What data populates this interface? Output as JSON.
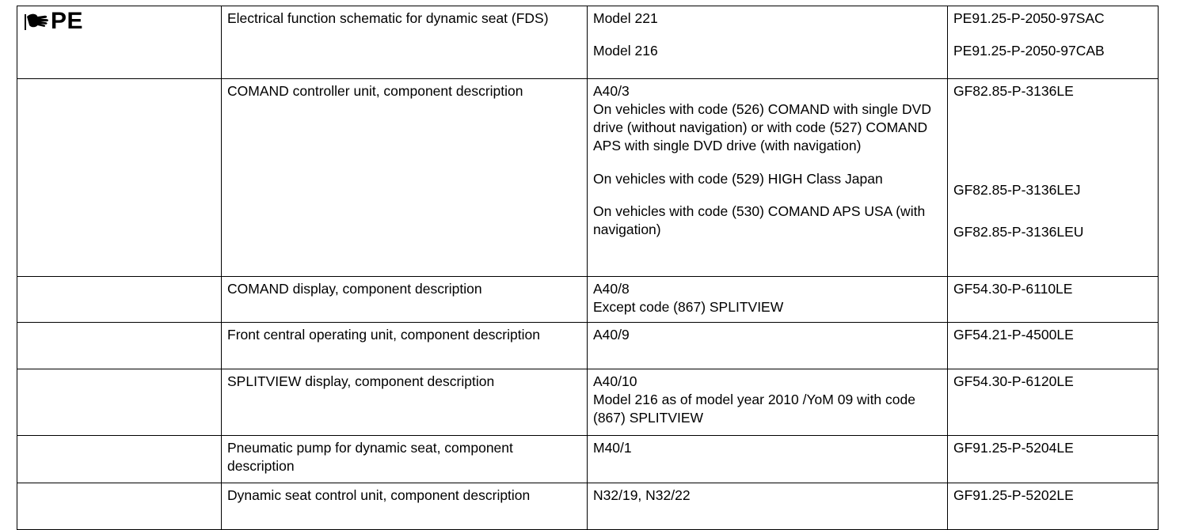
{
  "table": {
    "marker": {
      "icon": "pointing-hand-icon",
      "label": "PE"
    },
    "rows": [
      {
        "marker": true,
        "description": [
          "Electrical function schematic for dynamic seat (FDS)"
        ],
        "components": [
          {
            "lines": [
              "Model 221"
            ]
          },
          {
            "lines": [
              "Model 216"
            ]
          }
        ],
        "doc_numbers": [
          {
            "lines": [
              "PE91.25-P-2050-97SAC"
            ]
          },
          {
            "lines": [
              "PE91.25-P-2050-97CAB"
            ]
          }
        ]
      },
      {
        "marker": false,
        "description": [
          "COMAND controller unit, component description"
        ],
        "components": [
          {
            "lines": [
              "A40/3",
              "On vehicles with code (526) COMAND with single DVD drive (without navigation) or with code (527) COMAND APS with single DVD drive (with navigation)"
            ]
          },
          {
            "lines": [
              "On vehicles with code (529) HIGH Class Japan"
            ]
          },
          {
            "lines": [
              "On vehicles with code (530) COMAND APS USA (with navigation)"
            ]
          }
        ],
        "doc_numbers": [
          {
            "lines": [
              "GF82.85-P-3136LE"
            ]
          },
          {
            "lines": [
              "GF82.85-P-3136LEJ"
            ]
          },
          {
            "lines": [
              "GF82.85-P-3136LEU"
            ]
          }
        ]
      },
      {
        "marker": false,
        "description": [
          "COMAND display, component description"
        ],
        "components": [
          {
            "lines": [
              "A40/8",
              "Except code (867) SPLITVIEW"
            ]
          }
        ],
        "doc_numbers": [
          {
            "lines": [
              "GF54.30-P-6110LE"
            ]
          }
        ]
      },
      {
        "marker": false,
        "description": [
          "Front central operating unit, component description"
        ],
        "components": [
          {
            "lines": [
              "A40/9"
            ]
          }
        ],
        "doc_numbers": [
          {
            "lines": [
              "GF54.21-P-4500LE"
            ]
          }
        ]
      },
      {
        "marker": false,
        "description": [
          "SPLITVIEW display, component description"
        ],
        "components": [
          {
            "lines": [
              "A40/10",
              "Model 216 as of model year 2010 /YoM 09 with code (867) SPLITVIEW"
            ]
          }
        ],
        "doc_numbers": [
          {
            "lines": [
              "GF54.30-P-6120LE"
            ]
          }
        ]
      },
      {
        "marker": false,
        "description": [
          "Pneumatic pump for dynamic seat, component description"
        ],
        "components": [
          {
            "lines": [
              "M40/1"
            ]
          }
        ],
        "doc_numbers": [
          {
            "lines": [
              "GF91.25-P-5204LE"
            ]
          }
        ]
      },
      {
        "marker": false,
        "description": [
          "Dynamic seat control unit, component description"
        ],
        "components": [
          {
            "lines": [
              "N32/19, N32/22"
            ]
          }
        ],
        "doc_numbers": [
          {
            "lines": [
              "GF91.25-P-5202LE"
            ]
          }
        ]
      }
    ]
  },
  "colors": {
    "border": "#000000",
    "text": "#000000",
    "background": "#ffffff"
  }
}
